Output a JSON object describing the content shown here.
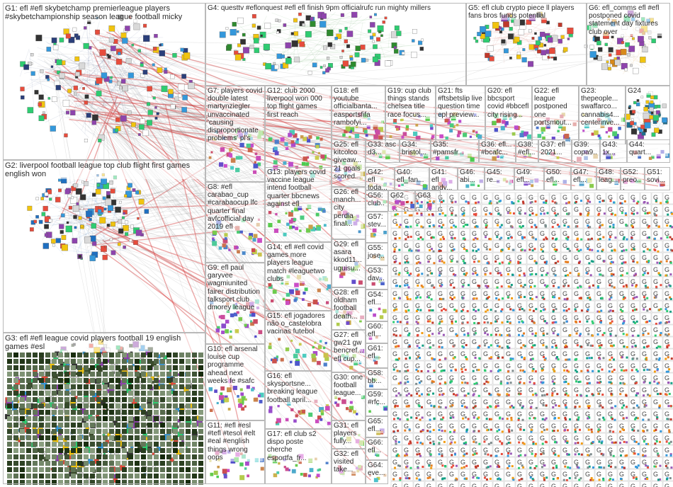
{
  "title": "",
  "groups": [
    {
      "id": "G1",
      "label": "G1: efl #efl skybetchamp premierleague players #skybetchampionship season league football micky"
    },
    {
      "id": "G2",
      "label": "G2: liverpool football league top club flight first games english won"
    },
    {
      "id": "G3",
      "label": "G3: efl #efl league covid players football 19 english games #esl"
    },
    {
      "id": "G4",
      "label": "G4: questtv #eflonquest #efl efl finish 9pm officialrufc run mighty millers"
    },
    {
      "id": "G5",
      "label": "G5: efl club crypto piece ll players fans bros funds potential"
    },
    {
      "id": "G6",
      "label": "G6: efl_comms efl #efl postponed covid statement day fixtures club over"
    },
    {
      "id": "G7",
      "label": "G7: players covid double latest martynziegler unvaccinated 'causing disproportionate problems' pl's"
    },
    {
      "id": "G8",
      "label": "G8: #efl carabao_cup #carabaocup lfc quarter final avfcofficial day 2019 efl"
    },
    {
      "id": "G9",
      "label": "G9: efl paul garyvee wagmiunited fairer distribution talksport club dmorey league"
    },
    {
      "id": "G10",
      "label": "G10: efl arsenal louise cup programme ahead next weeks fe #safc"
    },
    {
      "id": "G11",
      "label": "G11: #efl #esl #tefl #tesol #elt #eal #english things wrong oops"
    },
    {
      "id": "G12",
      "label": "G12: club 2000 liverpool won 000 top flight games first reach"
    },
    {
      "id": "G13",
      "label": "G13: players covid vaccine league intend football quarter bbcnews against efl"
    },
    {
      "id": "G14",
      "label": "G14: efl #efl covid games more players league match #leaguetwo clubs"
    },
    {
      "id": "G15",
      "label": "G15: efl jogadores não o_castelobra vacinas futebol"
    },
    {
      "id": "G16",
      "label": "G16: efl skysportsne... breaking league football april..."
    },
    {
      "id": "G17",
      "label": "G17: efl club s2 dispo poste cherche esportfa_fr..."
    },
    {
      "id": "G18",
      "label": "G18: efl youtube officialbanta... easportsfifa rambofyi..."
    },
    {
      "id": "G19",
      "label": "G19: cup club things stands chelsea title race focus..."
    },
    {
      "id": "G20",
      "label": "G20: efl bbcsport covid #bbcefl city rising..."
    },
    {
      "id": "G21",
      "label": "G21: fts #ftsbetslip live question time epl preview..."
    },
    {
      "id": "G22",
      "label": "G22: efl league postponed one portsmout..."
    },
    {
      "id": "G23",
      "label": "G23: thepeople... swaffarco... cannabis4... centerinve..."
    },
    {
      "id": "G24",
      "label": "G24"
    },
    {
      "id": "G25",
      "label": "G25: efl kitcolco giveaw... 21 goals scored..."
    },
    {
      "id": "G26",
      "label": "G26: efl manch... city perdia final..."
    },
    {
      "id": "G27",
      "label": "G27: efl gw21 gw bencref... efl cup..."
    },
    {
      "id": "G28",
      "label": "G28: efl oldham football death..."
    },
    {
      "id": "G29",
      "label": "G29: efl asara kkod11... uguisu..."
    },
    {
      "id": "G30",
      "label": "G30: one football league..."
    },
    {
      "id": "G31",
      "label": "G31: efl players fully..."
    },
    {
      "id": "G32",
      "label": "G32: efl visited take..."
    },
    {
      "id": "G33",
      "label": "G33: asc d3..."
    },
    {
      "id": "G34",
      "label": "G34: bristol..."
    },
    {
      "id": "G35",
      "label": "G35: #pamsfr..."
    },
    {
      "id": "G36",
      "label": "G36: efl... #bcafc..."
    },
    {
      "id": "G37",
      "label": "G37: efl 2021..."
    },
    {
      "id": "G38",
      "label": "G38: #efl..."
    },
    {
      "id": "G39",
      "label": "G39: copa9..."
    },
    {
      "id": "G40",
      "label": "G40: efl_fan..."
    },
    {
      "id": "G41",
      "label": "G41: efl andy..."
    },
    {
      "id": "G42",
      "label": "G42: efl toda..."
    },
    {
      "id": "G43",
      "label": "G43: 1x..."
    },
    {
      "id": "G44",
      "label": "G44: quart..."
    },
    {
      "id": "G45",
      "label": "G45: re..."
    },
    {
      "id": "G46",
      "label": "G46: abi..."
    },
    {
      "id": "G47",
      "label": "G47: efl..."
    },
    {
      "id": "G48",
      "label": "G48: leag..."
    },
    {
      "id": "G49",
      "label": "G49: efl..."
    },
    {
      "id": "G50",
      "label": "G50: efl..."
    },
    {
      "id": "G51",
      "label": "G51: sovi..."
    },
    {
      "id": "G52",
      "label": "G52: preo..."
    },
    {
      "id": "G53",
      "label": "G53: dav..."
    },
    {
      "id": "G54",
      "label": "G54: efl..."
    },
    {
      "id": "G55",
      "label": "G55: jose..."
    },
    {
      "id": "G56",
      "label": "G56: club..."
    },
    {
      "id": "G57",
      "label": "G57: stev..."
    },
    {
      "id": "G58",
      "label": "G58: bb..."
    },
    {
      "id": "G59",
      "label": "G59: #rfc..."
    },
    {
      "id": "G60",
      "label": "G60: efl..."
    },
    {
      "id": "G61",
      "label": "G61: efl..."
    },
    {
      "id": "G62",
      "label": "G62"
    },
    {
      "id": "G63",
      "label": "G63"
    },
    {
      "id": "G64",
      "label": "G64: eve..."
    },
    {
      "id": "G65",
      "label": "G65: efl..."
    },
    {
      "id": "G66",
      "label": "G66: efl..."
    }
  ]
}
